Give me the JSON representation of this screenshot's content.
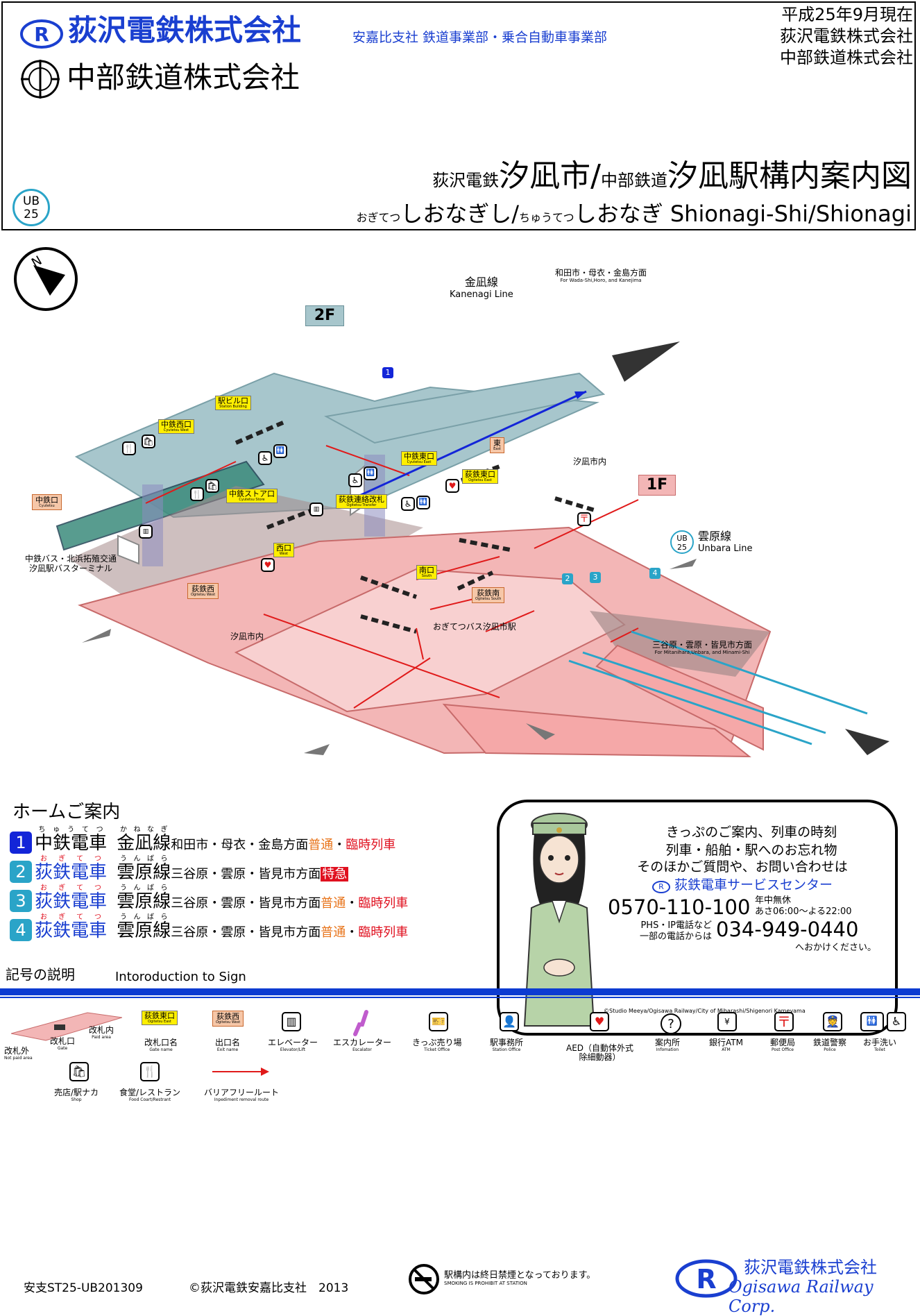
{
  "header": {
    "company1": "荻沢電鉄株式会社",
    "company1_sub": "安嘉比支社 鉄道事業部・乗合自動車事業部",
    "company2": "中部鉄道株式会社",
    "date": "平成25年9月現在",
    "owner1": "荻沢電鉄株式会社",
    "owner2": "中部鉄道株式会社",
    "title_prefix1": "荻沢電鉄",
    "title_main1": "汐凪市/",
    "title_prefix2": "中部鉄道",
    "title_main2": "汐凪駅構内案内図",
    "reading_prefix1": "おぎてつ",
    "reading_main1": "しおなぎし/",
    "reading_prefix2": "ちゅうてつ",
    "reading_main2": "しおなぎ Shionagi-Shi/Shionagi",
    "station_code_top": "UB",
    "station_code_num": "25"
  },
  "map": {
    "floor_2f": "2F",
    "floor_1f": "1F",
    "kanenagi_line": "金凪線",
    "kanenagi_line_en": "Kanenagi Line",
    "kanenagi_dest": "和田市・母衣・金島方面",
    "kanenagi_dest_en": "For Wada-Shi,Horo, and Kanejima",
    "unbara_code_top": "UB",
    "unbara_code_num": "25",
    "unbara_line": "雲原線",
    "unbara_line_en": "Unbara Line",
    "unbara_dest": "三谷原・雲原・皆見市方面",
    "unbara_dest_en": "For Mitanihara,Unbara, and Minami-Shi",
    "bus_terminal1": "中鉄バス・北浜拓殖交通",
    "bus_terminal2": "汐凪駅バスターミナル",
    "city_south": "汐凪市内",
    "city_east": "汐凪市内",
    "bus_stop": "おぎてつバス汐凪市駅",
    "track1": "1",
    "track2": "2",
    "track3": "3",
    "track4": "4",
    "tags": {
      "station_building": "駅ビル口",
      "station_building_en": "Station Building",
      "cyutetsu_west": "中鉄西口",
      "cyutetsu_west_en": "Cyutetsu West",
      "cyutetsu_east": "中鉄東口",
      "cyutetsu_east_en": "Cyutetsu East",
      "ogitetsu_east": "荻鉄東口",
      "ogitetsu_east_en": "Ogitetsu East",
      "cyutetsu_store": "中鉄ストア口",
      "cyutetsu_store_en": "Cyutetsu Store",
      "ogitetsu_transfer": "荻鉄連絡改札",
      "ogitetsu_transfer_en": "Ogitetsu Transfer",
      "west": "西口",
      "west_en": "West",
      "south": "南口",
      "south_en": "South",
      "east": "東",
      "east_en": "East",
      "cyutetsu_exit": "中鉄口",
      "cyutetsu_exit_en": "Cyutetsu",
      "ogitetsu_west": "荻鉄西",
      "ogitetsu_west_en": "Ogitetsu West",
      "ogitetsu_south": "荻鉄南",
      "ogitetsu_south_en": "Ogitetsu South"
    }
  },
  "platform_guide": {
    "title": "ホームご案内",
    "rows": [
      {
        "num": "1",
        "company": "中鉄電車",
        "company_ruby": "ちゅうてつ",
        "line": "金凪線",
        "line_ruby": "かねなぎ",
        "dest": "和田市・母衣・金島方面",
        "type1": "普通",
        "sep": "・",
        "type2": "臨時列車"
      },
      {
        "num": "2",
        "company": "荻鉄電車",
        "company_ruby": "おぎてつ",
        "line": "雲原線",
        "line_ruby": "うんばら",
        "dest": "三谷原・雲原・皆見市方面",
        "type1": "特急",
        "sep": "",
        "type2": ""
      },
      {
        "num": "3",
        "company": "荻鉄電車",
        "company_ruby": "おぎてつ",
        "line": "雲原線",
        "line_ruby": "うんばら",
        "dest": "三谷原・雲原・皆見市方面",
        "type1": "普通",
        "sep": "・",
        "type2": "臨時列車"
      },
      {
        "num": "4",
        "company": "荻鉄電車",
        "company_ruby": "おぎてつ",
        "line": "雲原線",
        "line_ruby": "うんばら",
        "dest": "三谷原・雲原・皆見市方面",
        "type1": "普通",
        "sep": "・",
        "type2": "臨時列車"
      }
    ]
  },
  "service": {
    "line1": "きっぷのご案内、列車の時刻",
    "line2": "列車・船舶・駅へのお忘れ物",
    "line3": "そのほかご質問や、お問い合わせは",
    "center": "荻鉄電車サービスセンター",
    "phone1": "0570-110-100",
    "phone1_note1": "年中無休",
    "phone1_note2": "あさ06:00～よる22:00",
    "phone2_note1": "PHS・IP電話など",
    "phone2_note2": "一部の電話からは",
    "phone2": "034-949-0440",
    "phone2_suffix": "へおかけください。",
    "credit": "©Studio Meeya/Ogisawa Railway/City of Miharashi/Shigenori Kameyama"
  },
  "legend": {
    "title": "記号の説明",
    "title_en": "Intoroduction to Sign",
    "outside_gate": "改札外",
    "outside_gate_en": "Not paid area",
    "gate": "改札口",
    "gate_en": "Gate",
    "inside_gate": "改札内",
    "inside_gate_en": "Paid area",
    "gate_name_sample": "荻鉄東口",
    "gate_name_sample_en": "Ogitetsu East",
    "gate_name": "改札口名",
    "gate_name_en": "Gate name",
    "exit_name_sample": "荻鉄西",
    "exit_name_sample_en": "Ogitetsu West",
    "exit_name": "出口名",
    "exit_name_en": "Exit name",
    "elevator": "エレベーター",
    "elevator_en": "Elevator/Lift",
    "escalator": "エスカレーター",
    "escalator_en": "Escalator",
    "ticket": "きっぷ売り場",
    "ticket_en": "Ticket Office",
    "station_office": "駅事務所",
    "station_office_en": "Station Office",
    "aed1": "AED（自動体外式",
    "aed2": "除細動器）",
    "info": "案内所",
    "info_en": "Infomation",
    "atm": "銀行ATM",
    "atm_en": "ATM",
    "post": "郵便局",
    "post_en": "Post Office",
    "police": "鉄道警察",
    "police_en": "Police",
    "toilet": "お手洗い",
    "toilet_en": "Toilet",
    "shop": "売店/駅ナカ",
    "shop_en": "Shop",
    "food": "食堂/レストラン",
    "food_en": "Food Coart/Restrant",
    "barrier_free": "バリアフリールート",
    "barrier_free_en": "Inpediment removal route"
  },
  "footer": {
    "code": "安支ST25-UB201309",
    "copyright": "©荻沢電鉄安嘉比支社　2013",
    "smoking": "駅構内は終日禁煙となっております。",
    "smoking_en": "SMOKING IS PROHIBIT AT STATION",
    "company": "荻沢電鉄株式会社",
    "company_en": "Ogisawa Railway Corp."
  },
  "colors": {
    "ogitetsu_blue": "#1a3fd0",
    "cyutetsu_navy": "#0a1a8c",
    "platform_teal": "#2aa4c8",
    "paid_area": "#f3b6b6",
    "gate_tag": "#ffef00",
    "exit_tag": "#f6c7a8"
  }
}
